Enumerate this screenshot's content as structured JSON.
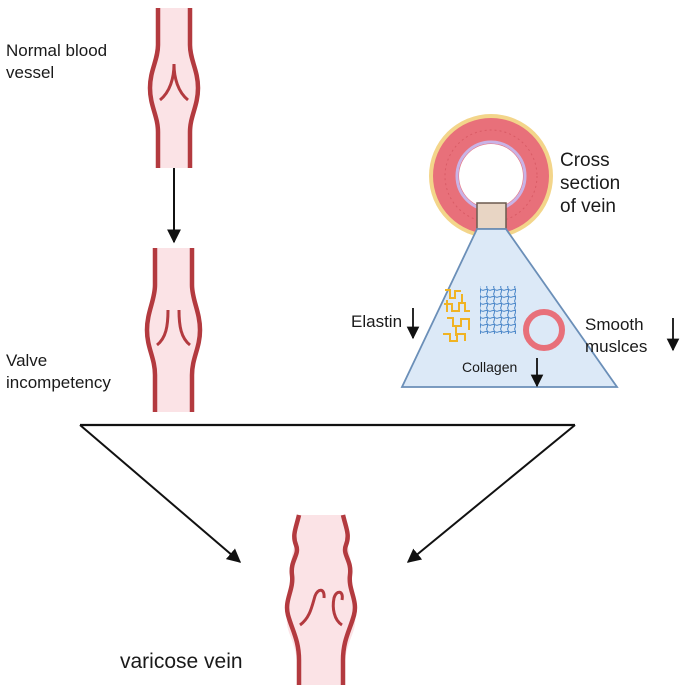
{
  "labels": {
    "normal_line1": "Normal blood",
    "normal_line2": "vessel",
    "valve_line1": "Valve",
    "valve_line2": "incompetency",
    "cross_line1": "Cross",
    "cross_line2": "section",
    "cross_line3": "of vein",
    "elastin": "Elastin",
    "collagen": "Collagen",
    "smooth_line1": "Smooth",
    "smooth_line2": "muslces",
    "varicose": "varicose vein"
  },
  "colors": {
    "vessel_wall": "#b33a3f",
    "vessel_lumen": "#fbe3e6",
    "tissue_panel": "#dce9f7",
    "tissue_border": "#6b8fb8",
    "muscle_ring": "#e8707a",
    "elastin": "#f0b323",
    "collagen": "#4a86c8",
    "adventitia": "#f3d58a",
    "block": "#e8d5c4"
  }
}
